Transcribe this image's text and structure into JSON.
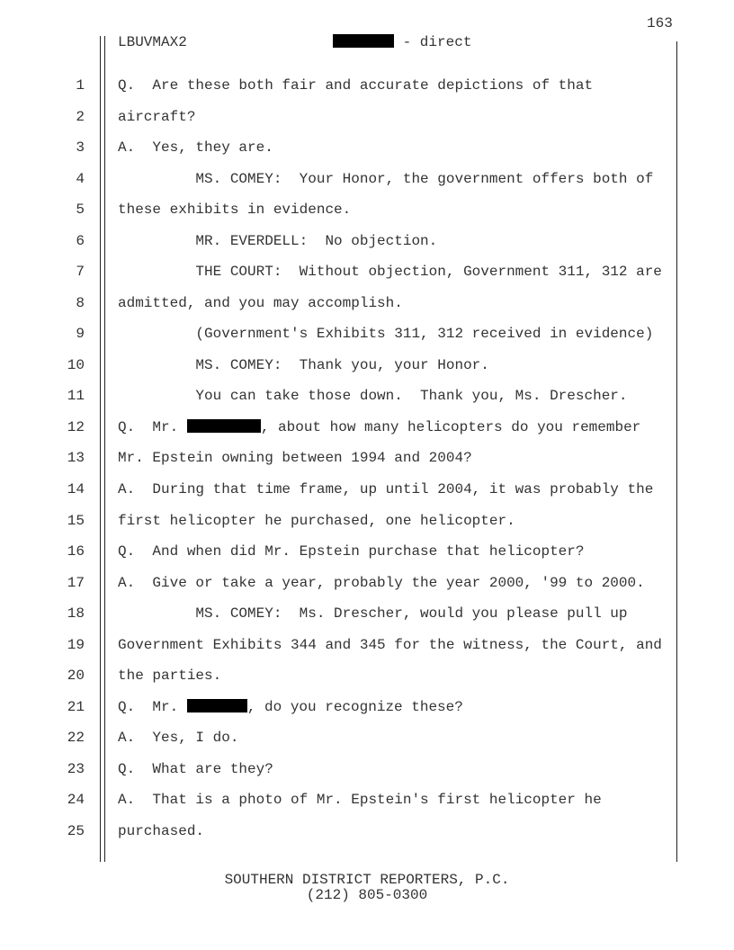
{
  "page_number": "163",
  "header": {
    "case_code": "LBUVMAX2",
    "witness_suffix": " - direct"
  },
  "lines": [
    {
      "n": "1",
      "before": "Q.  Are these both fair and accurate depictions of that"
    },
    {
      "n": "2",
      "before": "aircraft?"
    },
    {
      "n": "3",
      "before": "A.  Yes, they are."
    },
    {
      "n": "4",
      "before": "         MS. COMEY:  Your Honor, the government offers both of"
    },
    {
      "n": "5",
      "before": "these exhibits in evidence."
    },
    {
      "n": "6",
      "before": "         MR. EVERDELL:  No objection."
    },
    {
      "n": "7",
      "before": "         THE COURT:  Without objection, Government 311, 312 are"
    },
    {
      "n": "8",
      "before": "admitted, and you may accomplish."
    },
    {
      "n": "9",
      "before": "         (Government's Exhibits 311, 312 received in evidence)"
    },
    {
      "n": "10",
      "before": "         MS. COMEY:  Thank you, your Honor."
    },
    {
      "n": "11",
      "before": "         You can take those down.  Thank you, Ms. Drescher."
    },
    {
      "n": "12",
      "before": "Q.  Mr. ",
      "redacted": true,
      "after": ", about how many helicopters do you remember"
    },
    {
      "n": "13",
      "before": "Mr. Epstein owning between 1994 and 2004?"
    },
    {
      "n": "14",
      "before": "A.  During that time frame, up until 2004, it was probably the"
    },
    {
      "n": "15",
      "before": "first helicopter he purchased, one helicopter."
    },
    {
      "n": "16",
      "before": "Q.  And when did Mr. Epstein purchase that helicopter?"
    },
    {
      "n": "17",
      "before": "A.  Give or take a year, probably the year 2000, '99 to 2000."
    },
    {
      "n": "18",
      "before": "         MS. COMEY:  Ms. Drescher, would you please pull up"
    },
    {
      "n": "19",
      "before": "Government Exhibits 344 and 345 for the witness, the Court, and"
    },
    {
      "n": "20",
      "before": "the parties."
    },
    {
      "n": "21",
      "before": "Q.  Mr. ",
      "redacted": true,
      "after": ", do you recognize these?"
    },
    {
      "n": "22",
      "before": "A.  Yes, I do."
    },
    {
      "n": "23",
      "before": "Q.  What are they?"
    },
    {
      "n": "24",
      "before": "A.  That is a photo of Mr. Epstein's first helicopter he"
    },
    {
      "n": "25",
      "before": "purchased."
    }
  ],
  "footer": {
    "line1": "SOUTHERN DISTRICT REPORTERS, P.C.",
    "line2": "(212) 805-0300"
  }
}
